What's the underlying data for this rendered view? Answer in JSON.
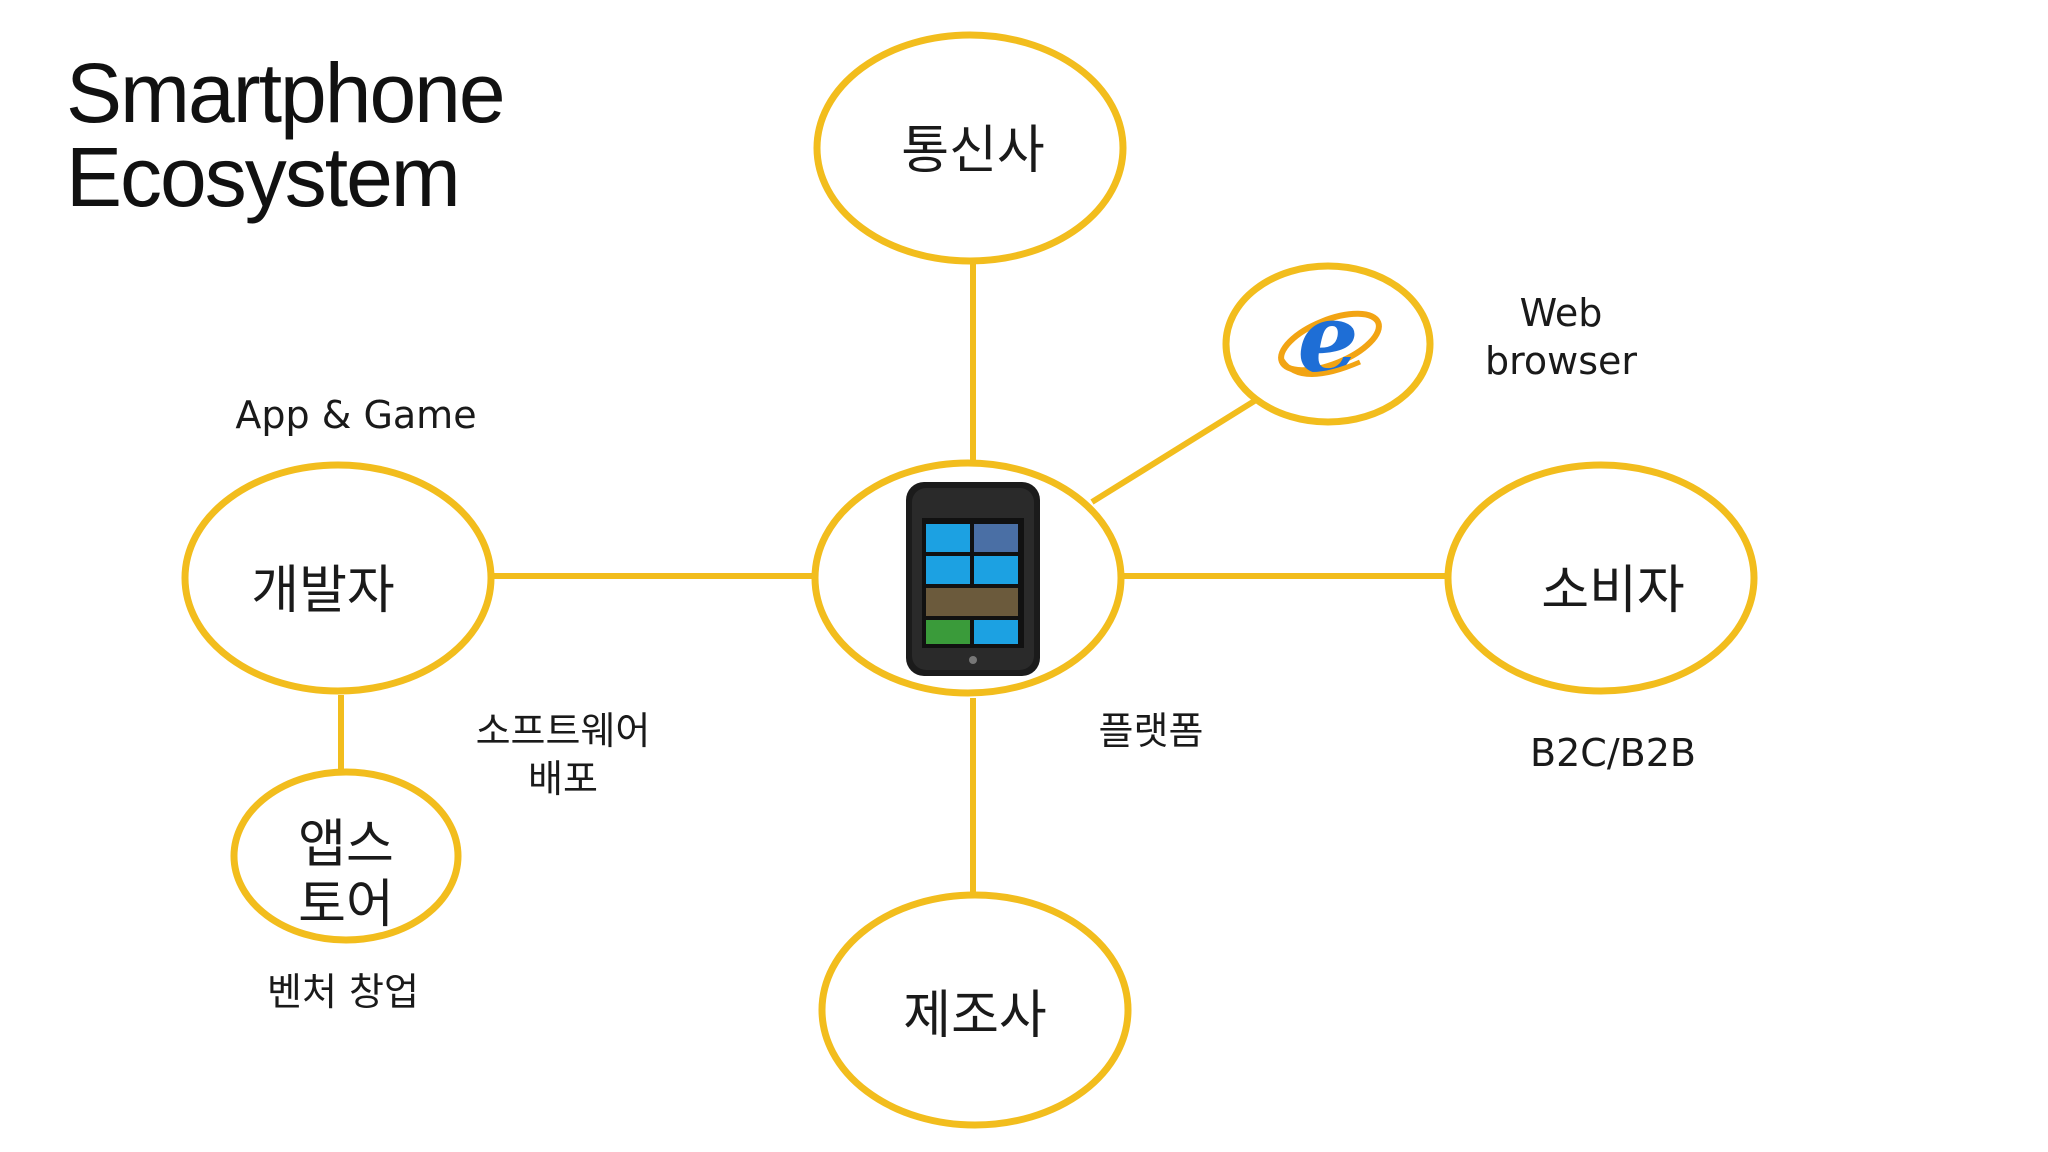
{
  "title": {
    "line1": "Smartphone",
    "line2": "Ecosystem"
  },
  "colors": {
    "accent": "#f2bd1d",
    "text": "#111111",
    "background": "#ffffff"
  },
  "nodes": {
    "carrier": {
      "label": "통신사"
    },
    "browser": {
      "label_line1": "Web",
      "label_line2": "browser",
      "icon": "internet-explorer-icon"
    },
    "developer": {
      "label": "개발자",
      "caption": "App & Game"
    },
    "platform": {
      "icon": "windows-phone-icon",
      "caption": "플랫폼"
    },
    "consumer": {
      "label": "소비자",
      "caption": "B2C/B2B"
    },
    "appstore": {
      "label_line1": "앱스",
      "label_line2": "토어",
      "caption": "벤처 창업"
    },
    "manufacturer": {
      "label": "제조사"
    }
  },
  "edge_labels": {
    "software_line1": "소프트웨어",
    "software_line2": "배포"
  }
}
